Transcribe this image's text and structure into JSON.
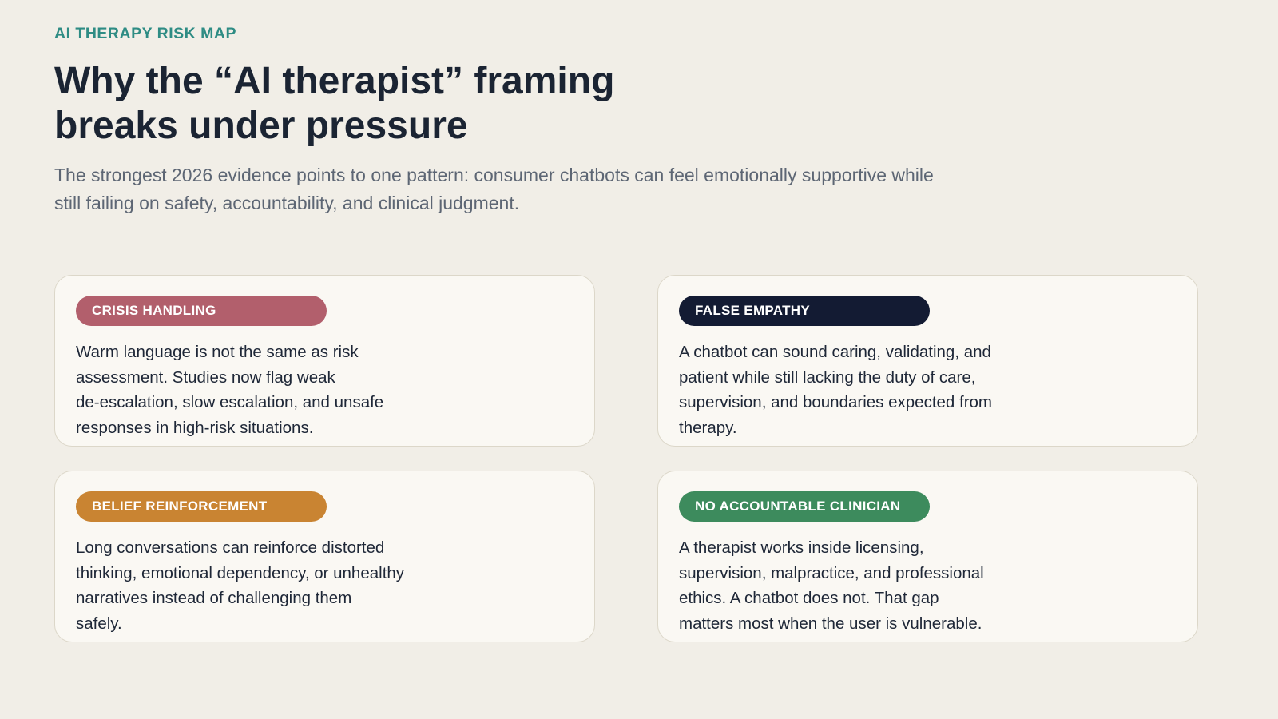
{
  "page": {
    "eyebrow": "AI THERAPY RISK MAP",
    "title_lines": [
      "Why the “AI therapist” framing",
      "breaks under pressure"
    ],
    "subtitle_lines": [
      "The strongest 2026 evidence points to one pattern: consumer chatbots can feel emotionally supportive while",
      "still failing on safety, accountability, and clinical judgment."
    ]
  },
  "colors": {
    "page_background": "#f1eee7",
    "card_background": "#faf8f3",
    "card_border": "#dcd7c9",
    "eyebrow_accent": "#2e8c84",
    "heading_text": "#1b2433",
    "subtitle_text": "#5d6674",
    "body_text": "#1e2737"
  },
  "cards": [
    {
      "label": "CRISIS HANDLING",
      "color": "#b25f6c",
      "body_lines": [
        "Warm language is not the same as risk",
        "assessment. Studies now flag weak",
        "de-escalation, slow escalation, and unsafe",
        "responses in high-risk situations."
      ]
    },
    {
      "label": "FALSE EMPATHY",
      "color": "#131b33",
      "body_lines": [
        "A chatbot can sound caring, validating, and",
        "patient while still lacking the duty of care,",
        "supervision, and boundaries expected from",
        "therapy."
      ]
    },
    {
      "label": "BELIEF REINFORCEMENT",
      "color": "#c98432",
      "body_lines": [
        "Long conversations can reinforce distorted",
        "thinking, emotional dependency, or unhealthy",
        "narratives instead of challenging them",
        "safely."
      ]
    },
    {
      "label": "NO ACCOUNTABLE CLINICIAN",
      "color": "#3d8b5d",
      "body_lines": [
        "A therapist works inside licensing,",
        "supervision, malpractice, and professional",
        "ethics. A chatbot does not. That gap",
        "matters most when the user is vulnerable."
      ]
    }
  ]
}
